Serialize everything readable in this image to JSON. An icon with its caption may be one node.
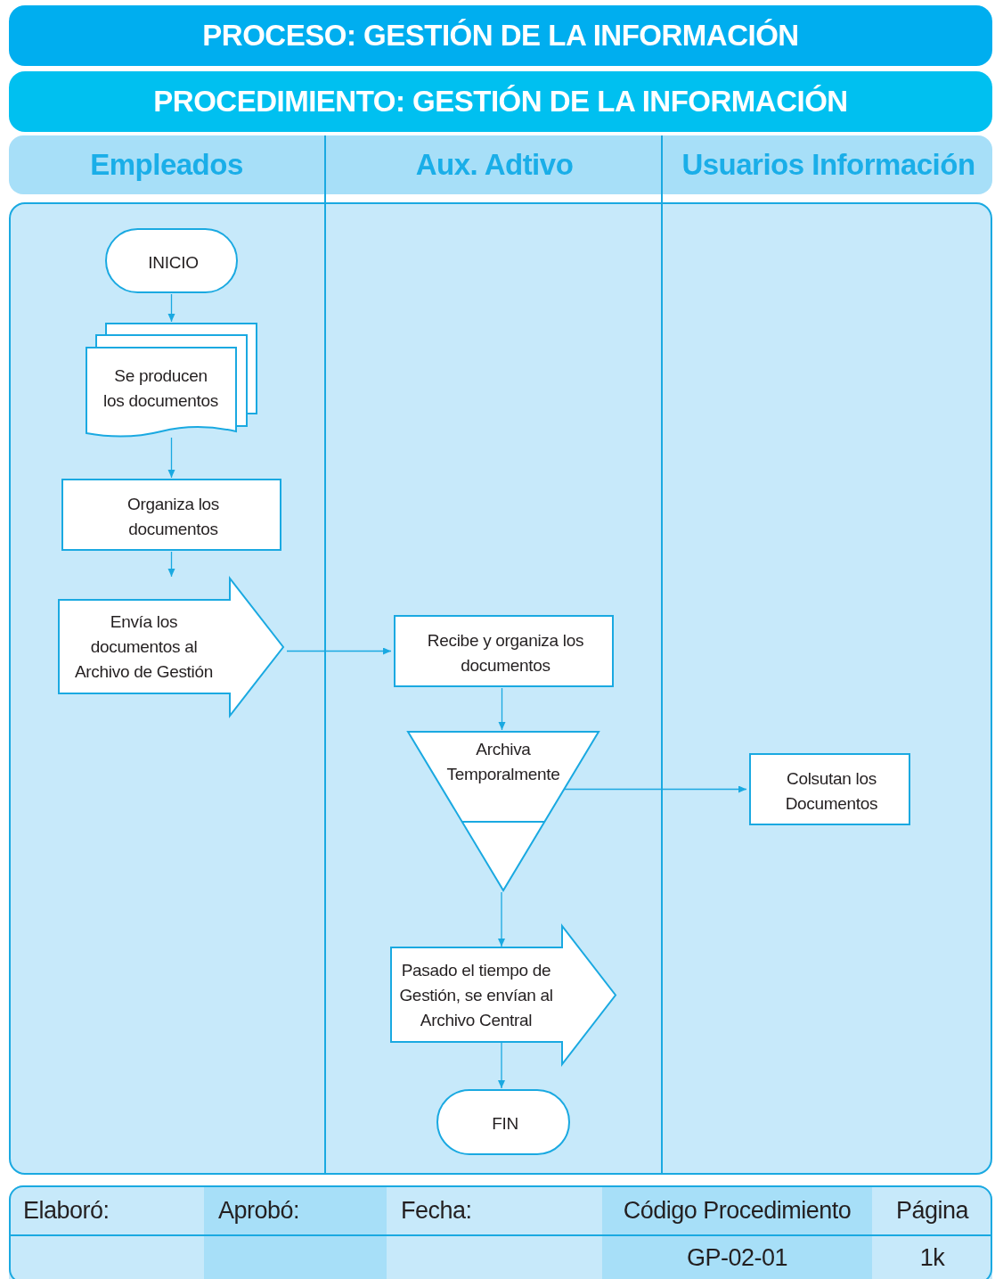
{
  "diagram": {
    "nodes": [
      {
        "text": [
          "PROCESO: GESTIÓN DE LA INFORMACIÓN"
        ]
      },
      {
        "text": [
          "PROCEDIMIENTO: GESTIÓN DE LA INFORMACIÓN"
        ]
      },
      {
        "text": [
          "Empleados"
        ]
      },
      {
        "text": [
          "Aux. Adtivo"
        ]
      },
      {
        "text": [
          "Usuarios Información"
        ]
      },
      {
        "text": [
          "INICIO"
        ],
        "in": 2
      },
      {
        "text": [
          "Se producen los documentos"
        ],
        "in": 2
      },
      {
        "text": [
          "Organiza los documentos"
        ],
        "in": 2
      },
      {
        "text": [
          "Envía los documentos al Archivo de Gestión"
        ],
        "in": 2
      },
      {
        "text": [
          "Recibe y organiza los documentos"
        ],
        "in": 3
      },
      {
        "text": [
          "Archiva Temporalmente"
        ],
        "in": 3
      },
      {
        "text": [
          "Pasado el tiempo de Gestión, se envían al Archivo Central"
        ],
        "in": 3
      },
      {
        "text": [
          "FIN"
        ],
        "in": 3
      },
      {
        "text": [
          "Colsutan los Documentos"
        ],
        "in": 4
      }
    ],
    "edges": [
      {
        "from": 5,
        "to": 6,
        "arrow": "to"
      },
      {
        "from": 6,
        "to": 7,
        "arrow": "to"
      },
      {
        "from": 7,
        "to": 8,
        "arrow": "to"
      },
      {
        "from": 8,
        "to": 9,
        "arrow": "to"
      },
      {
        "from": 9,
        "to": 10,
        "arrow": "to"
      },
      {
        "from": 10,
        "to": 13,
        "arrow": "to"
      },
      {
        "from": 10,
        "to": 11,
        "arrow": "to"
      },
      {
        "from": 11,
        "to": 12,
        "arrow": "to"
      }
    ],
    "labels": [
      "Elaboró:",
      "Aprobó:",
      "Fecha:",
      "Código Procedimiento",
      "Página",
      "GP-02-01",
      "1k"
    ]
  }
}
